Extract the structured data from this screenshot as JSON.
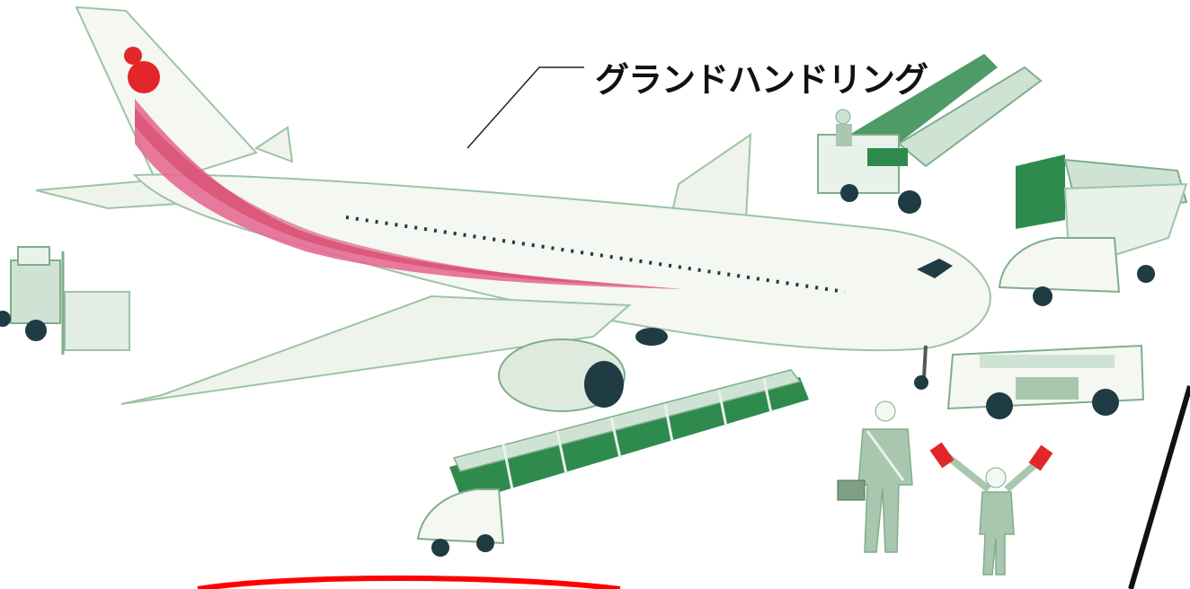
{
  "callout": {
    "label": "グランドハンドリング"
  },
  "palette": {
    "fuselage": "#f4f7f2",
    "outline": "#9dc4a6",
    "livery_pink": "#e66a93",
    "livery_red": "#e2262a",
    "equipment_green": "#2f8a4e",
    "equipment_light": "#cfe3d4",
    "worker_suit": "#a9c7ae",
    "accent_red": "#ff0000",
    "line_black": "#111111"
  },
  "scene": {
    "aircraft": "passenger-jet",
    "vehicles": [
      "forklift",
      "belt-loader",
      "passenger-stair-truck",
      "pushback-tug",
      "baggage-cart-train"
    ],
    "people": [
      "worker-with-toolbox",
      "marshaller-with-wands"
    ]
  }
}
